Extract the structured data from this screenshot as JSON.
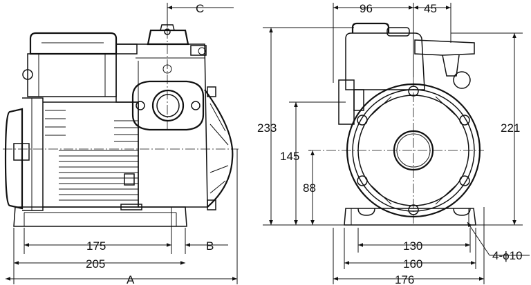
{
  "dimensions": {
    "side_view": {
      "C": "C",
      "d175": "175",
      "B": "B",
      "d205": "205",
      "A": "A"
    },
    "front_view": {
      "d96": "96",
      "d45": "45",
      "d233": "233",
      "d221": "221",
      "d145": "145",
      "d88": "88",
      "d130": "130",
      "d160": "160",
      "d176": "176",
      "holes": "4-ϕ10"
    }
  }
}
